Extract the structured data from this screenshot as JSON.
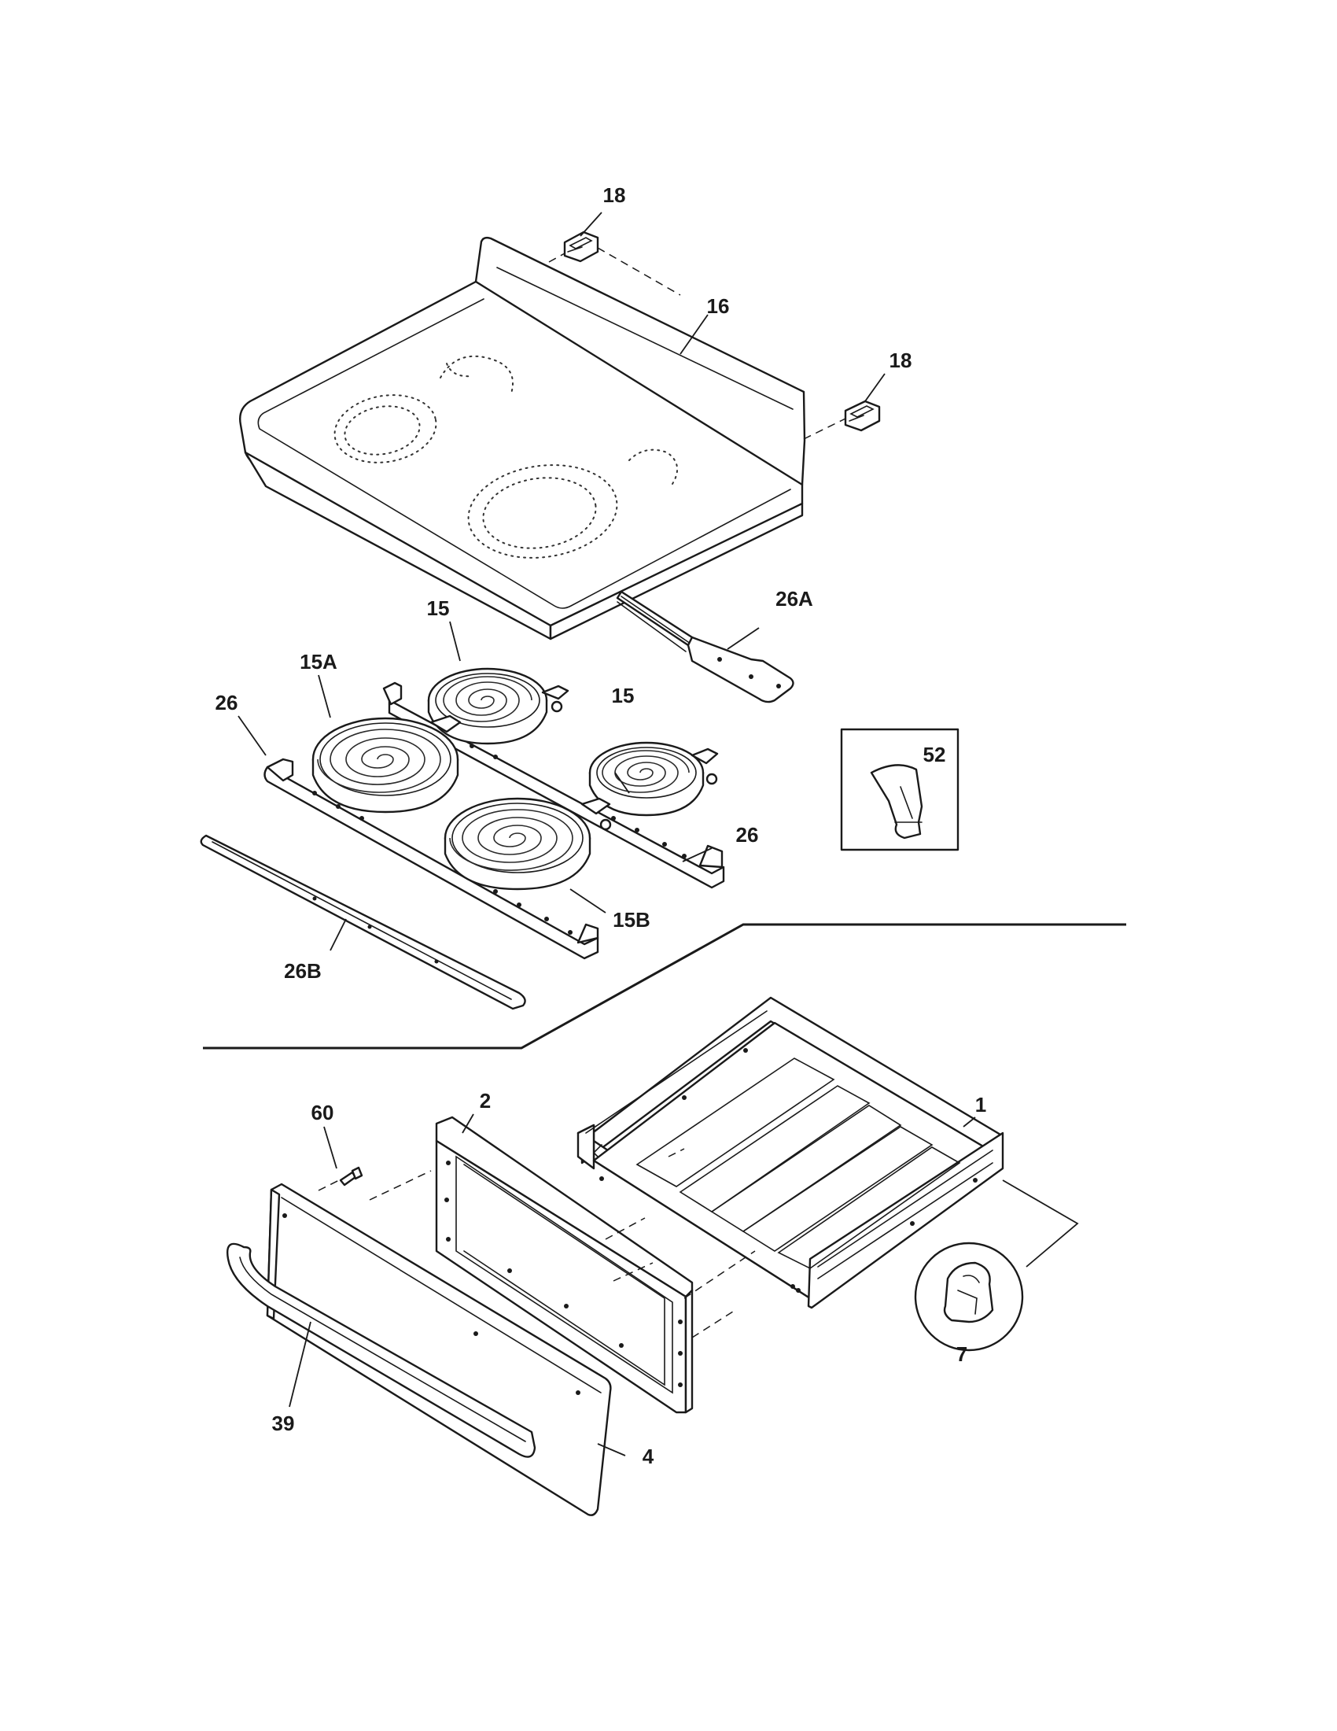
{
  "diagram": {
    "callouts": {
      "c18a": "18",
      "c16": "16",
      "c18b": "18",
      "c15a_top": "15",
      "c26a": "26A",
      "c15A": "15A",
      "c26_left": "26",
      "c15b_right": "15",
      "c52": "52",
      "c26_right": "26",
      "c15B": "15B",
      "c26B": "26B",
      "c1": "1",
      "c2": "2",
      "c60": "60",
      "c7": "7",
      "c39": "39",
      "c4": "4"
    }
  }
}
